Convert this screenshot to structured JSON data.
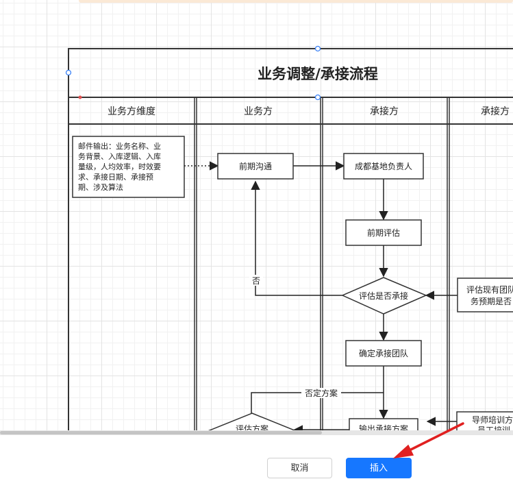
{
  "diagram": {
    "title": "业务调整/承接流程",
    "lanes": [
      "业务方维度",
      "业务方",
      "承接方",
      "承接方"
    ],
    "note_left_lines": [
      "邮件输出：业务名称、业",
      "务背景、入库逻辑、入库",
      "量级，人均效率，时效要",
      "求、承接日期、承接预",
      "期、涉及算法"
    ],
    "node_early_comm": "前期沟通",
    "node_chengdu_lead": "成都基地负责人",
    "node_early_eval": "前期评估",
    "node_eval_accept": "评估是否承接",
    "node_confirm_team": "确定承接团队",
    "node_output_plan": "输出承接方案",
    "node_eval_plan": "评估方案",
    "node_right_eval_lines": [
      "评估现有团队",
      "务预期是否"
    ],
    "node_right_mentor_lines": [
      "导师培训方",
      "员工培训"
    ],
    "label_no": "否",
    "label_reject_plan": "否定方案"
  },
  "footer": {
    "cancel_label": "取消",
    "insert_label": "插入"
  },
  "colors": {
    "primary": "#1677ff",
    "annotation_arrow": "#e02020",
    "selection_handle": "#3b82f6"
  }
}
